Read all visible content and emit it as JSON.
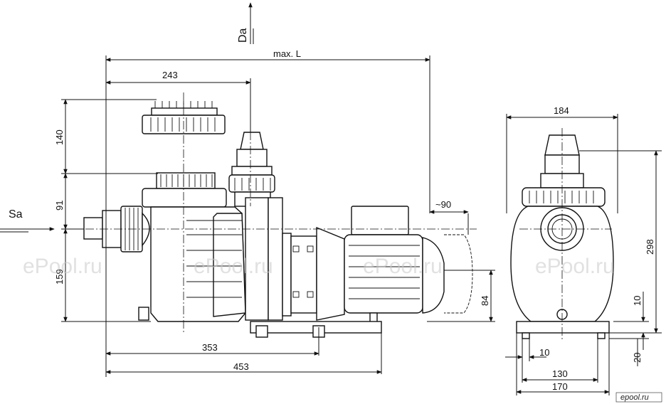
{
  "dimensions": {
    "max_length": "max. L",
    "d243": "243",
    "d140": "140",
    "d91": "91",
    "d159": "159",
    "d90": "~90",
    "d84": "84",
    "d353": "353",
    "d453": "453",
    "d184": "184",
    "d298": "298",
    "d10_vertical": "10",
    "d20": "20",
    "d10_horizontal": "10",
    "d130": "130",
    "d170": "170"
  },
  "flow": {
    "suction": "Sa",
    "discharge": "Da"
  },
  "watermarks": [
    "ePool.ru",
    "ePool.ru",
    "ePool.ru",
    "ePool.ru"
  ],
  "logo": "epool.ru"
}
